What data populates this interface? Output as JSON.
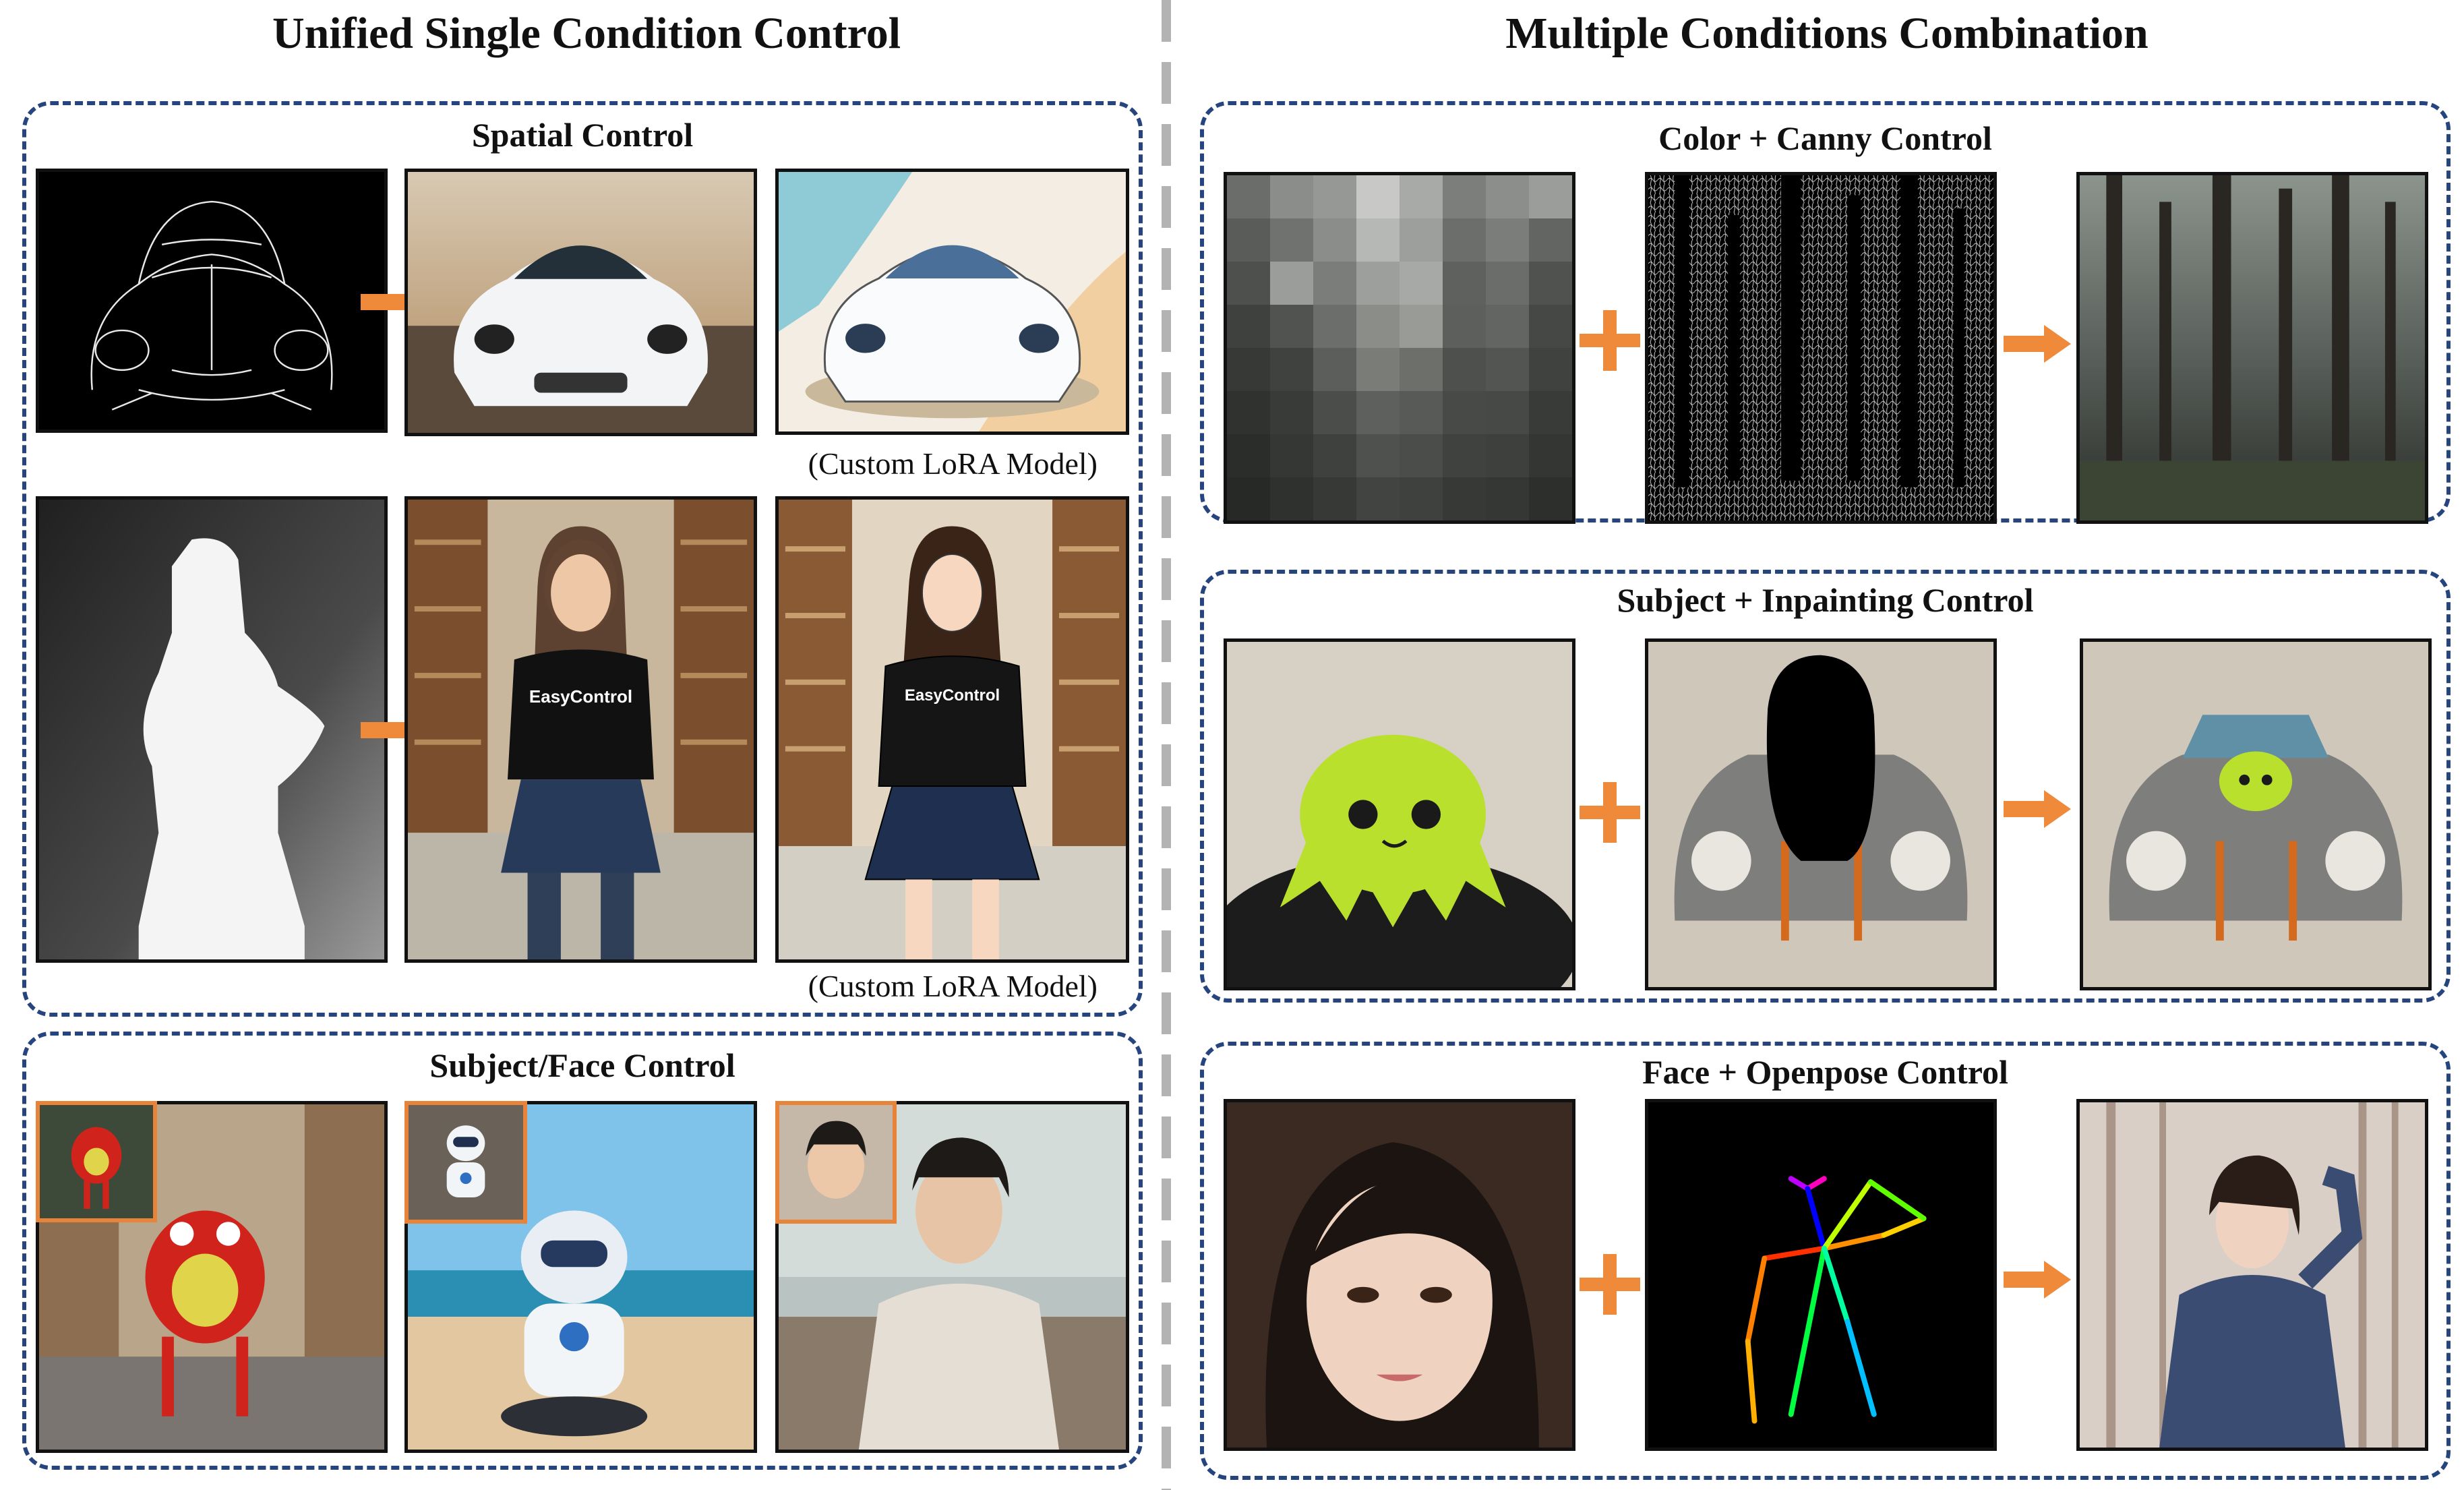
{
  "titles": {
    "left": "Unified Single Condition Control",
    "right": "Multiple Conditions Combination"
  },
  "left_panels": {
    "spatial": {
      "title": "Spatial Control",
      "captions": [
        "(Custom LoRA Model)",
        "(Custom LoRA Model)"
      ],
      "shirt_text": "EasyControl"
    },
    "subject_face": {
      "title": "Subject/Face Control"
    }
  },
  "right_panels": {
    "color_canny": {
      "title": "Color + Canny Control"
    },
    "subject_inpainting": {
      "title": "Subject + Inpainting Control"
    },
    "face_openpose": {
      "title": "Face + Openpose Control"
    }
  },
  "colors": {
    "panel_border": "#26457f",
    "accent_orange": "#ee8a3a",
    "divider_gray": "#b3b3b3"
  },
  "icons": {
    "arrow": "arrow-right-icon",
    "plus": "plus-icon"
  }
}
